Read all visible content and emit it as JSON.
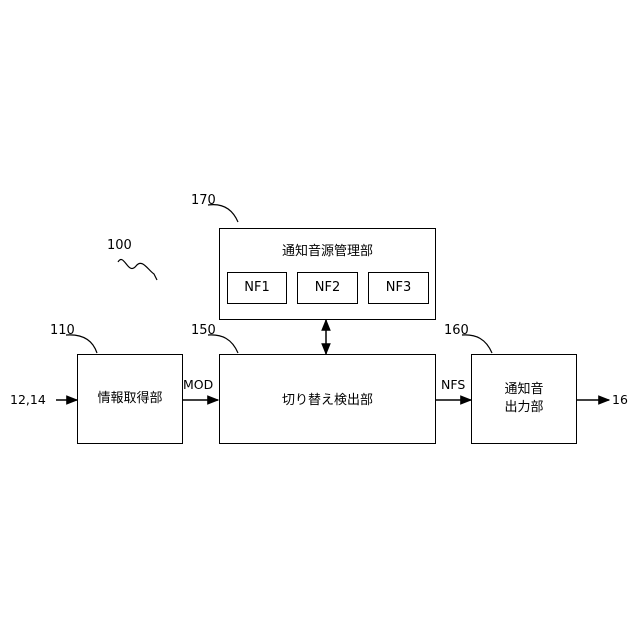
{
  "figure": {
    "ref_system": "100",
    "blocks": {
      "info_acquisition": {
        "ref": "110",
        "label": "情報取得部"
      },
      "switch_detection": {
        "ref": "150",
        "label": "切り替え検出部"
      },
      "sound_output": {
        "ref": "160",
        "label": "通知音\n出力部"
      },
      "sound_source_mgmt": {
        "ref": "170",
        "label": "通知音源管理部"
      }
    },
    "sound_sources": [
      "NF1",
      "NF2",
      "NF3"
    ],
    "signals": {
      "input": "12,14",
      "mod": "MOD",
      "nfs": "NFS",
      "output": "16"
    }
  }
}
